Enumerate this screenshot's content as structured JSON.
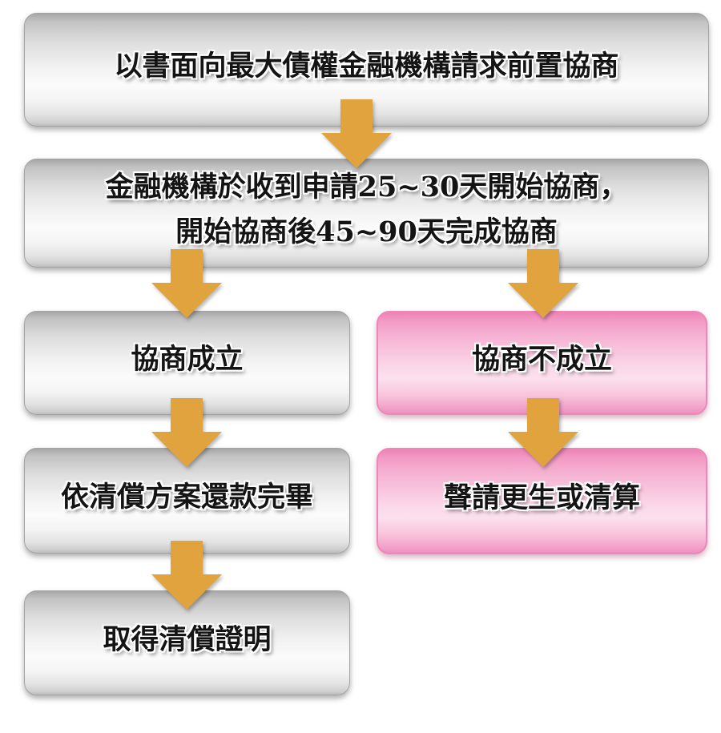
{
  "flowchart": {
    "colors": {
      "arrow": "#e1a33d",
      "gray_box": "#e8e8e8",
      "pink_box": "#f9c6dd",
      "pink_border": "#ee87b8",
      "text": "#141414"
    },
    "nodes": [
      {
        "label": "以書面向最大債權金融機構請求前置協商",
        "variant": "gray"
      },
      {
        "lines": [
          "金融機構於收到申請25~30天開始協商，",
          "開始協商後45~90天完成協商"
        ],
        "variant": "gray"
      },
      {
        "label": "協商成立",
        "variant": "gray"
      },
      {
        "label": "協商不成立",
        "variant": "pink"
      },
      {
        "label": "依清償方案還款完畢",
        "variant": "gray"
      },
      {
        "label": "聲請更生或清算",
        "variant": "pink"
      },
      {
        "label": "取得清償證明",
        "variant": "gray"
      }
    ]
  }
}
